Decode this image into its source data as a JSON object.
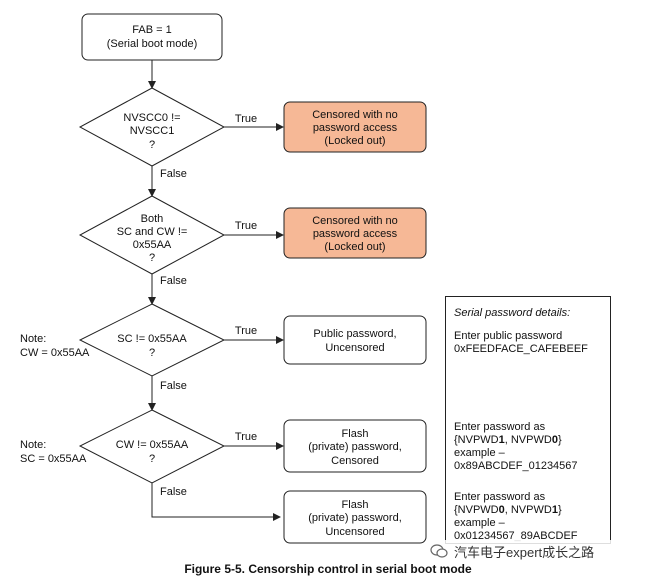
{
  "start": {
    "line1": "FAB = 1",
    "line2": "(Serial boot mode)"
  },
  "decisions": [
    {
      "lines": [
        "NVSCC0 !=",
        "NVSCC1",
        "?"
      ],
      "note": []
    },
    {
      "lines": [
        "Both",
        "SC and CW !=",
        "0x55AA",
        "?"
      ],
      "note": []
    },
    {
      "lines": [
        "SC != 0x55AA",
        "?"
      ],
      "note": [
        "Note:",
        "CW = 0x55AA"
      ]
    },
    {
      "lines": [
        "CW != 0x55AA",
        "?"
      ],
      "note": [
        "Note:",
        "SC = 0x55AA"
      ]
    }
  ],
  "outcomes": {
    "locked1": [
      "Censored with no",
      "password access",
      "(Locked out)"
    ],
    "locked2": [
      "Censored with no",
      "password access",
      "(Locked out)"
    ],
    "public": [
      "Public password,",
      "Uncensored"
    ],
    "flash_censored": [
      "Flash",
      "(private) password,",
      "Censored"
    ],
    "flash_uncensored": [
      "Flash",
      "(private) password,",
      "Uncensored"
    ]
  },
  "labels": {
    "true": "True",
    "false": "False"
  },
  "password_details": {
    "heading": "Serial password details:",
    "public": {
      "line1": "Enter public password",
      "line2": "0xFEEDFACE_CAFEBEEF"
    },
    "censored": {
      "line1": "Enter password as",
      "pair": {
        "open": "{NVPWD",
        "a": "1",
        "sep": ", NVPWD",
        "b": "0",
        "close": "}"
      },
      "line3": "example –",
      "line4": "0x89ABCDEF_01234567"
    },
    "uncensored": {
      "line1": "Enter password as",
      "pair": {
        "open": "{NVPWD",
        "a": "0",
        "sep": ", NVPWD",
        "b": "1",
        "close": "}"
      },
      "line3": "example –",
      "line4": "0x01234567_89ABCDEF"
    }
  },
  "caption": "Figure 5-5. Censorship control in serial boot mode",
  "watermark": "汽车电子expert成长之路",
  "colors": {
    "locked_fill": "#f6b896",
    "stroke": "#222222"
  }
}
